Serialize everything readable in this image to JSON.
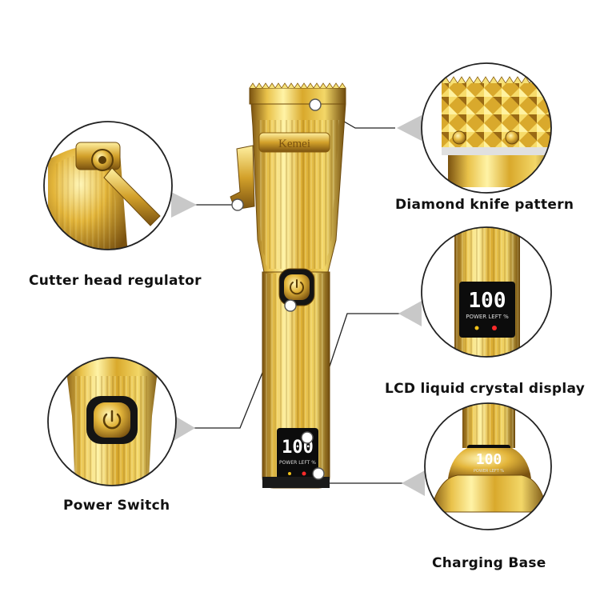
{
  "product": {
    "brand": "Kemei",
    "display_value": "100",
    "display_caption": "POWER LEFT %"
  },
  "callouts": {
    "cutter_head": "Cutter head regulator",
    "power_switch": "Power Switch",
    "diamond_knife": "Diamond knife pattern",
    "lcd_display": "LCD liquid crystal display",
    "charging_base": "Charging Base"
  },
  "colors": {
    "gold_light": "#f6e27a",
    "gold_mid": "#d6a72a",
    "gold_dark": "#8a5f10",
    "black": "#111111"
  }
}
